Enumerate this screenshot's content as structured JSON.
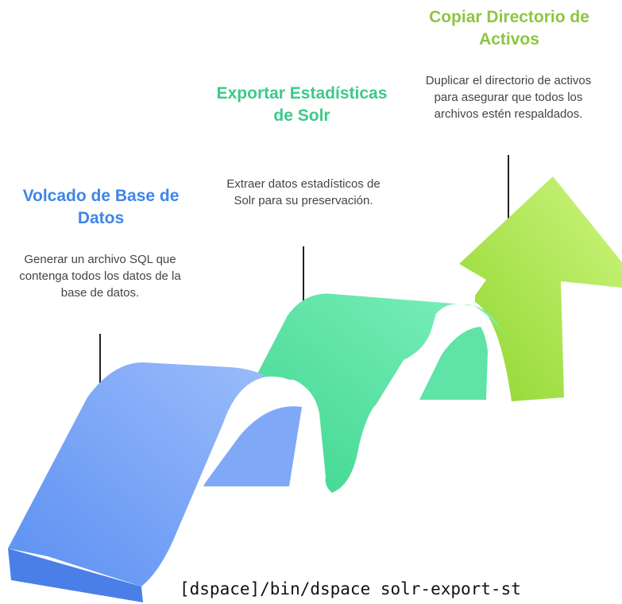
{
  "steps": [
    {
      "title": "Volcado de Base de Datos",
      "description": "Generar un archivo SQL que contenga todos los datos de la base de datos.",
      "color": "#3b82f6",
      "title_color": "#3f86e6"
    },
    {
      "title": "Exportar Estadísticas de Solr",
      "description": "Extraer datos estadísticos de Solr para su preservación.",
      "color": "#34d399",
      "title_color": "#3cc98a"
    },
    {
      "title": "Copiar Directorio de Activos",
      "description": "Duplicar el directorio de activos para asegurar que todos los archivos estén respaldados.",
      "color": "#a3e635",
      "title_color": "#8cc63f"
    }
  ],
  "command": "[dspace]/bin/dspace solr-export-st"
}
